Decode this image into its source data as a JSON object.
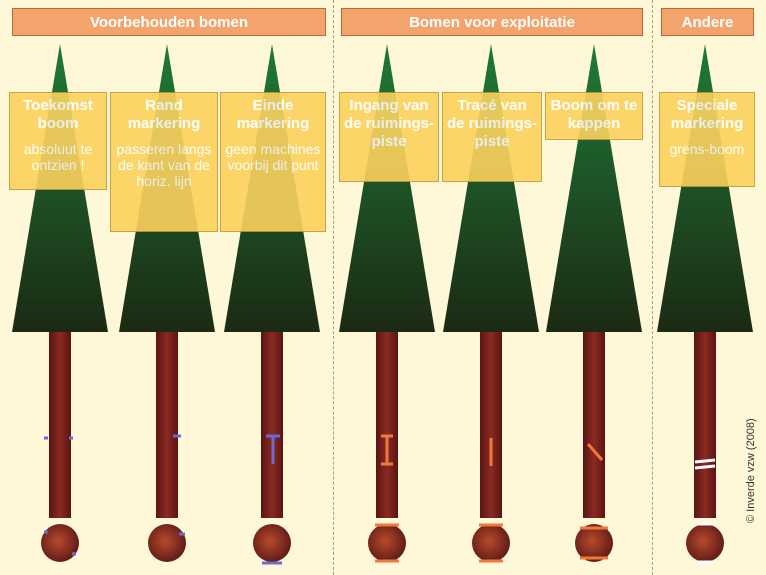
{
  "groups": {
    "reserved": "Voorbehouden bomen",
    "exploitation": "Bomen voor exploitatie",
    "other": "Andere"
  },
  "trees": [
    {
      "title": "Toekomst boom",
      "desc": "absoluut te ontzien !",
      "mark": "dashes-blue",
      "mark_color": "#6c6ad0"
    },
    {
      "title": "Rand markering",
      "desc": "passeren langs de kant van de horiz. lijn",
      "mark": "dash-blue",
      "mark_color": "#6c6ad0"
    },
    {
      "title": "Einde markering",
      "desc": "geen machines voorbij dit punt",
      "mark": "t-blue",
      "mark_color": "#6c6ad0"
    },
    {
      "title": "Ingang van de ruimings-piste",
      "desc": "",
      "mark": "i-orange",
      "mark_color": "#f07838"
    },
    {
      "title": "Tracé van de ruimings-piste",
      "desc": "",
      "mark": "line-orange",
      "mark_color": "#f07838"
    },
    {
      "title": "Boom om te kappen",
      "desc": "",
      "mark": "slash-orange",
      "mark_color": "#f07838"
    },
    {
      "title": "Speciale markering",
      "desc": "grens-boom",
      "mark": "double-white",
      "mark_color": "#ffffff"
    }
  ],
  "copyright": "© Inverde vzw (2008)",
  "colors": {
    "header_bg": "#f2a46c",
    "label_bg": "#fcd25e",
    "canopy_top": "#1e7a38",
    "canopy_bottom": "#1c2a14",
    "trunk": "#7a1e1e",
    "background": "#fff8d8"
  }
}
